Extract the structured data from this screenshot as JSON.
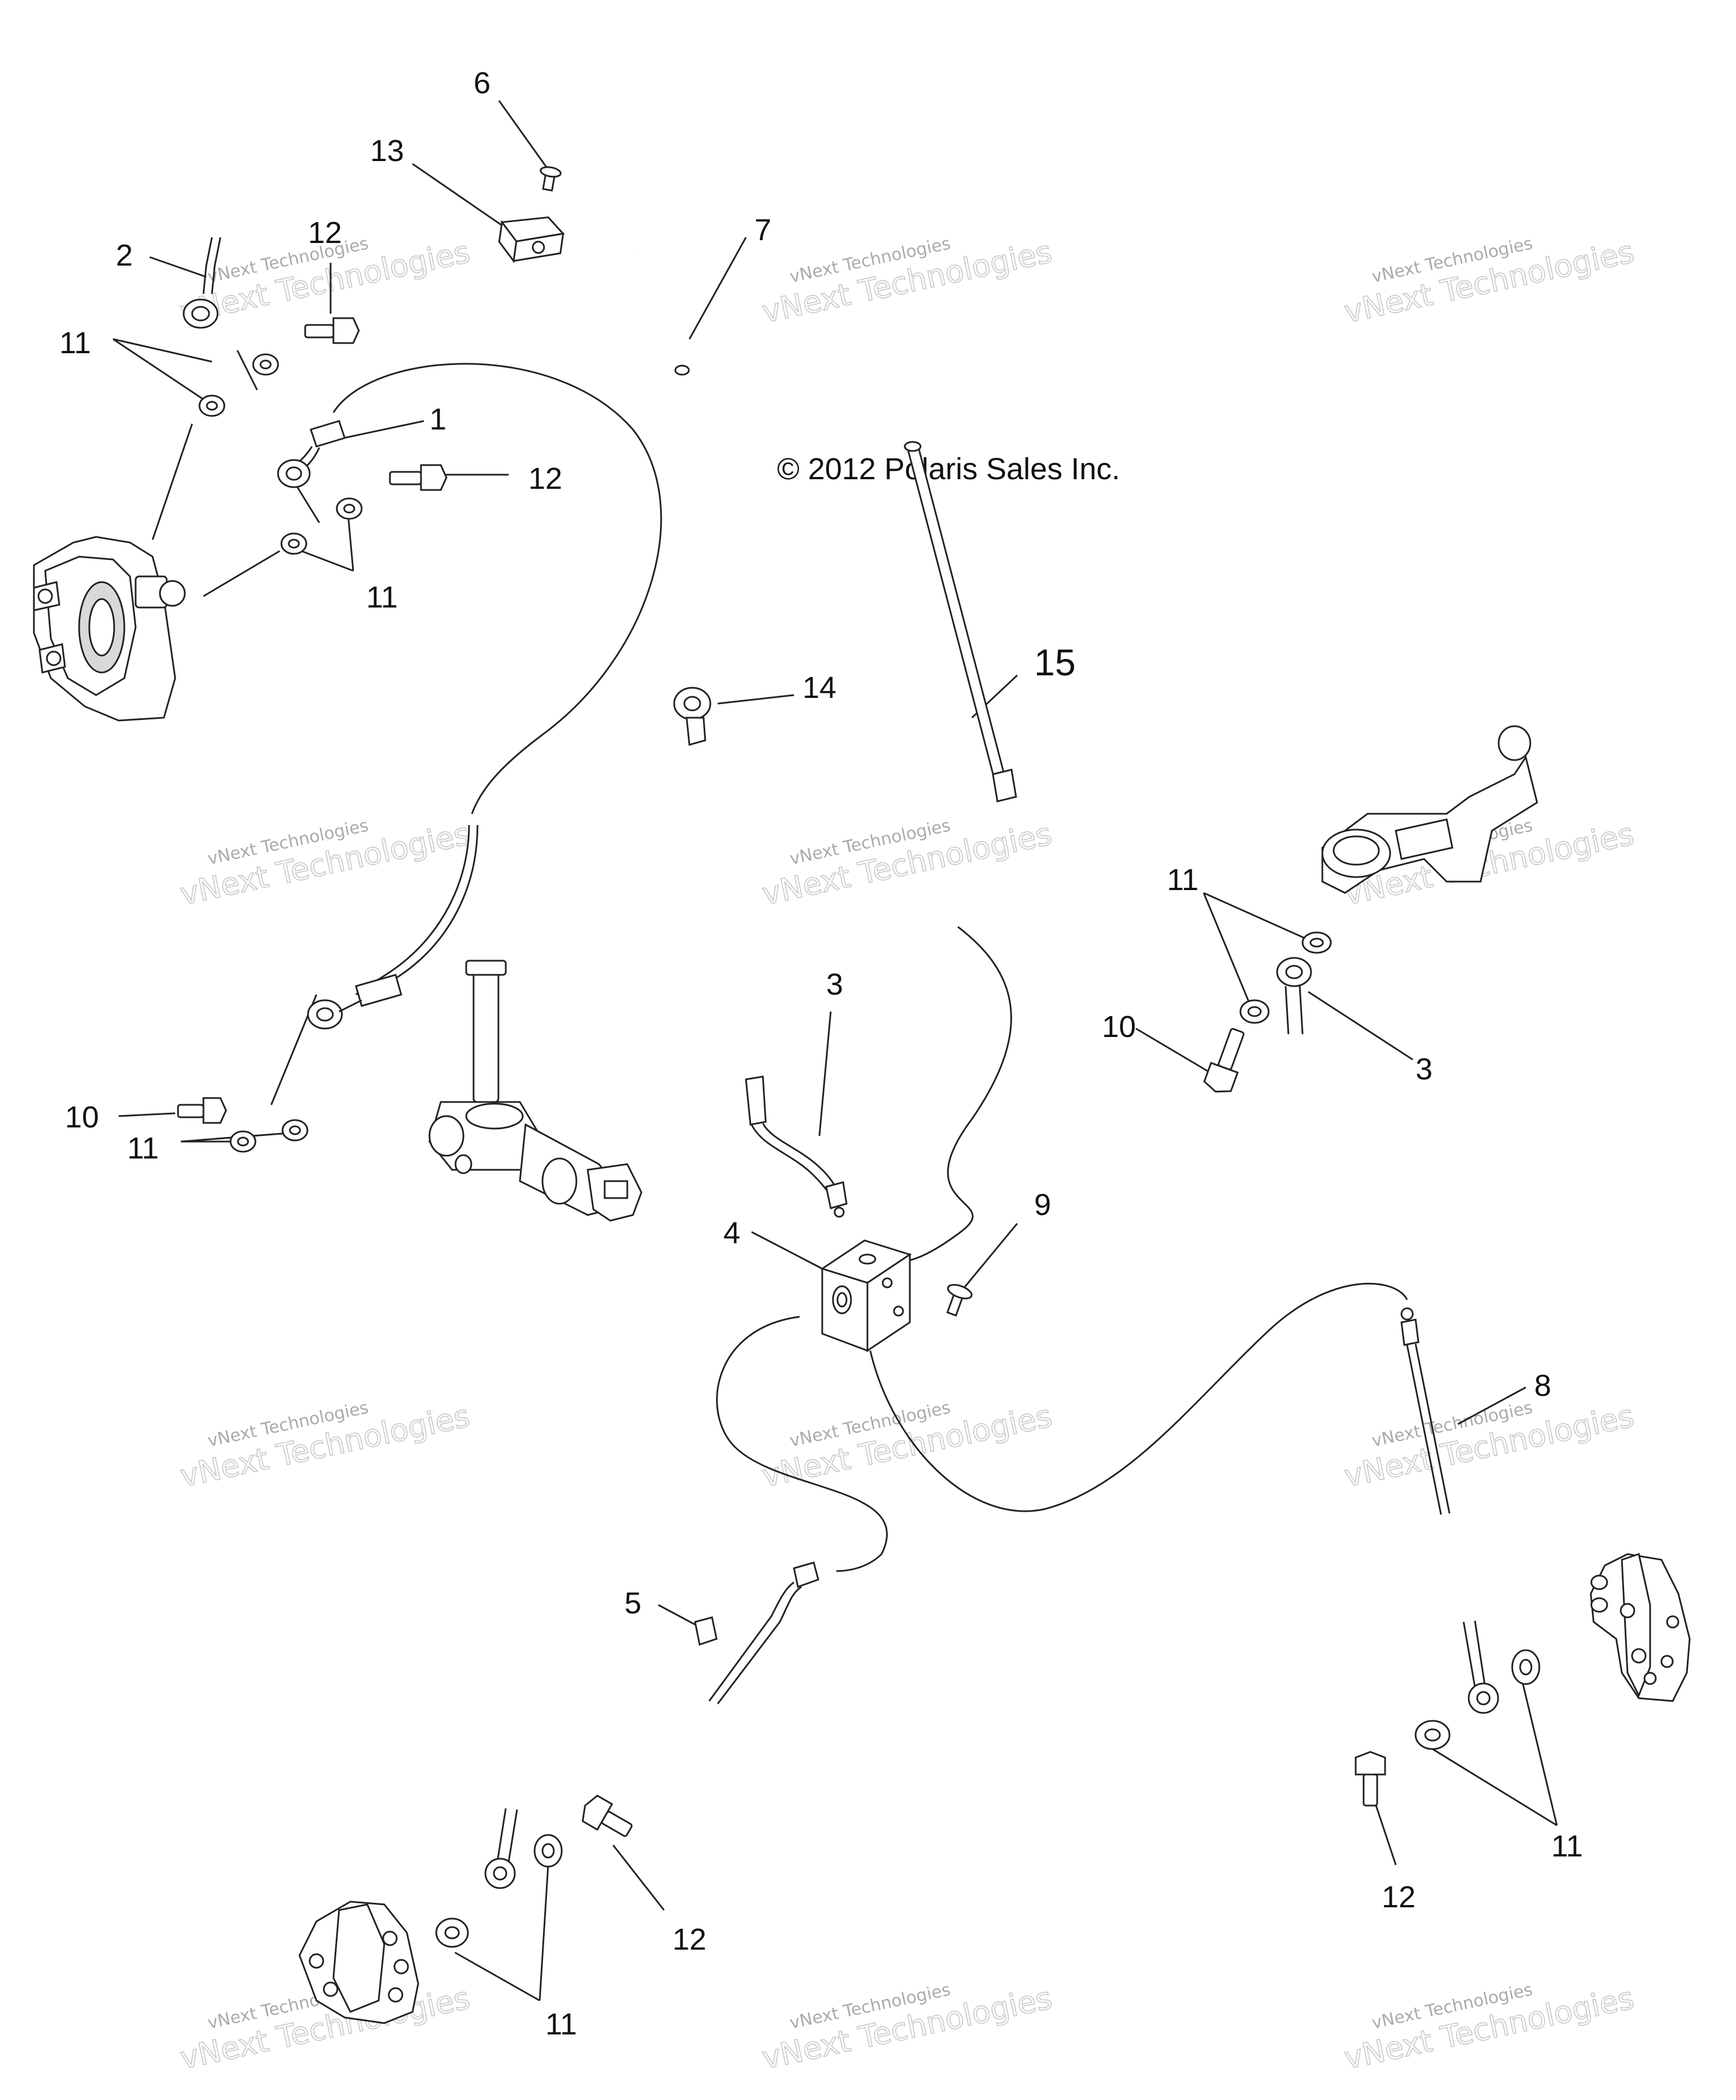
{
  "copyright": "© 2012 Polaris Sales Inc.",
  "watermark": {
    "line1": "vNext Technologies",
    "line2": "vNext Technologies"
  },
  "callouts": {
    "c1": "1",
    "c2": "2",
    "c3a": "3",
    "c3b": "3",
    "c4": "4",
    "c5": "5",
    "c6": "6",
    "c7": "7",
    "c8": "8",
    "c9": "9",
    "c10a": "10",
    "c10b": "10",
    "c11a": "11",
    "c11b": "11",
    "c11c": "11",
    "c11d": "11",
    "c11e": "11",
    "c11f": "11",
    "c12a": "12",
    "c12b": "12",
    "c12c": "12",
    "c12d": "12",
    "c13": "13",
    "c14": "14",
    "c15": "15"
  }
}
